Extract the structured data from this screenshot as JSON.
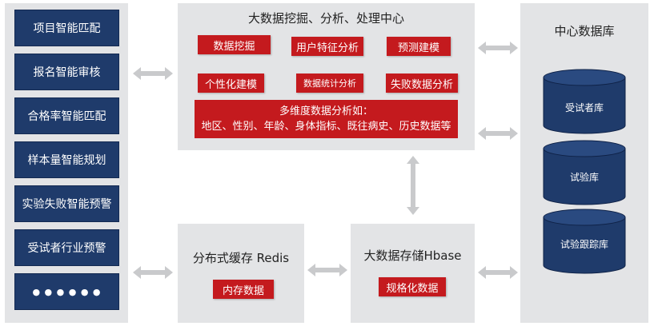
{
  "left_nav": {
    "items": [
      {
        "label": "项目智能匹配"
      },
      {
        "label": "报名智能审核"
      },
      {
        "label": "合格率智能匹配"
      },
      {
        "label": "样本量智能规划"
      },
      {
        "label": "实验失败智能预警"
      },
      {
        "label": "受试者行业预警"
      },
      {
        "label": "● ● ● ● ● ●"
      }
    ]
  },
  "analysis_center": {
    "title": "大数据挖掘、分析、处理中心",
    "tags": [
      "数据挖掘",
      "用户特征分析",
      "预测建模",
      "个性化建模",
      "数据统计分析",
      "失败数据分析"
    ],
    "multi_line1": "多维度数据分析如：",
    "multi_line2": "地区、性别、年龄、身体指标、既往病史、历史数据等"
  },
  "redis": {
    "title": "分布式缓存 Redis",
    "tag": "内存数据"
  },
  "hbase": {
    "title": "大数据存储Hbase",
    "tag": "规格化数据"
  },
  "database": {
    "title": "中心数据库",
    "cylinders": [
      "受试者库",
      "试验库",
      "试验跟踪库"
    ]
  },
  "colors": {
    "navy": "#1f3b6b",
    "red": "#c41a1e",
    "panel_gray": "#e3e4e6",
    "arrow_gray": "#c9cacc"
  }
}
